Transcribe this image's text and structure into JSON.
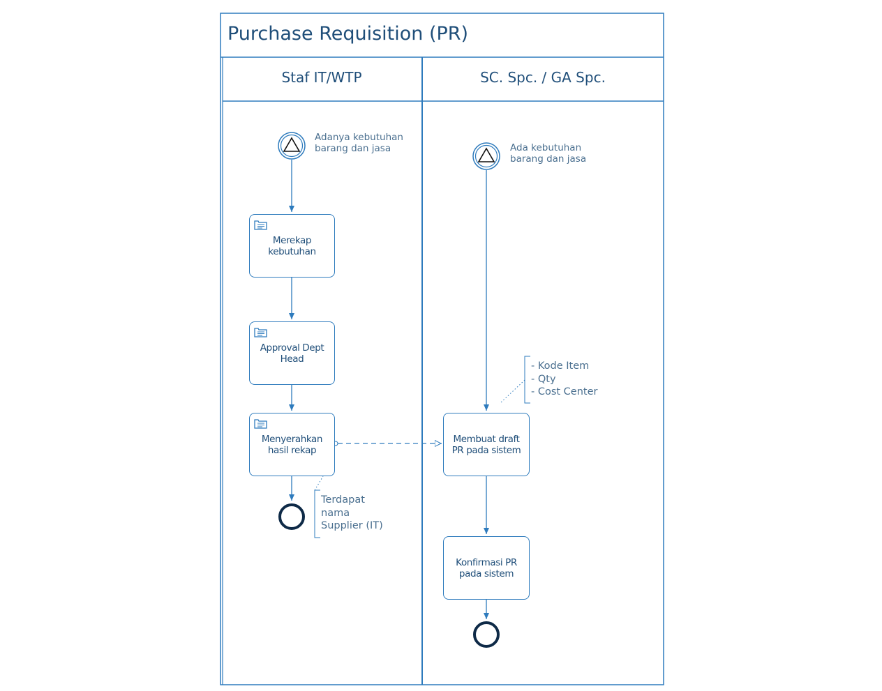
{
  "pool": {
    "title": "Purchase Requisition (PR)"
  },
  "lanes": [
    {
      "title": "Staf IT/WTP"
    },
    {
      "title": "SC. Spc. / GA Spc."
    }
  ],
  "events": {
    "start_it_label": "Adanya kebutuhan\nbarang dan jasa",
    "start_sc_label": "Ada kebutuhan\nbarang dan jasa"
  },
  "tasks": {
    "merekap": "Merekap kebutuhan",
    "approval": "Approval Dept Head",
    "menyerahkan": "Menyerahkan hasil rekap",
    "membuat_draft": "Membuat draft PR pada sistem",
    "konfirmasi": "Konfirmasi PR pada sistem"
  },
  "annotations": {
    "supplier": [
      "Terdapat",
      "nama",
      "Supplier (IT)"
    ],
    "draft_fields": [
      "- Kode Item",
      "- Qty",
      "- Cost Center"
    ]
  },
  "colors": {
    "lane_border": "#2e7bbd",
    "flow": "#2e7bbd",
    "text": "#1f4e79",
    "end_event": "#0e2a47"
  },
  "icons": {
    "task_icon": "manual-task-folder-icon",
    "start_icon": "signal-triangle-icon"
  }
}
